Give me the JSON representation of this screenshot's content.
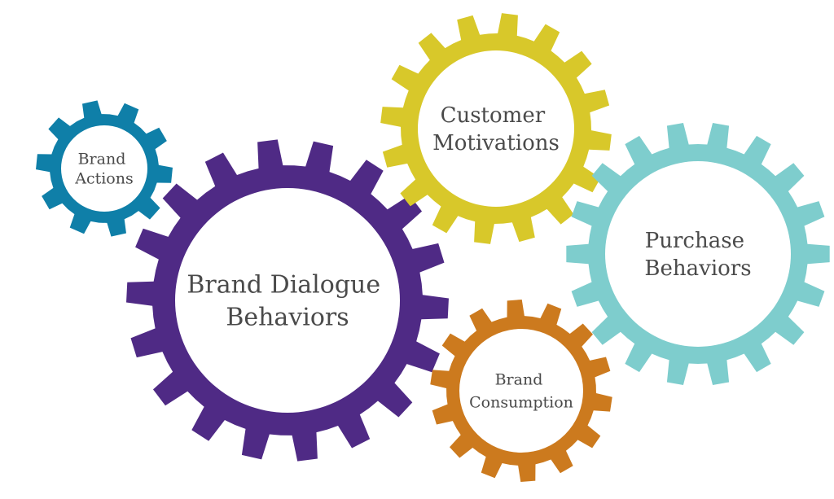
{
  "gears": [
    {
      "id": "brand-actions",
      "lines": [
        "Brand",
        "Actions"
      ],
      "color": "#0f7fa8",
      "teeth": 10
    },
    {
      "id": "brand-dialogue-behaviors",
      "lines": [
        "Brand Dialogue",
        "Behaviors"
      ],
      "color": "#4f2a85",
      "teeth": 18
    },
    {
      "id": "customer-motivations",
      "lines": [
        "Customer",
        "Motivations"
      ],
      "color": "#d8c82a",
      "teeth": 16
    },
    {
      "id": "purchase-behaviors",
      "lines": [
        "Purchase",
        "Behaviors"
      ],
      "color": "#7ecdcd",
      "teeth": 18
    },
    {
      "id": "brand-consumption",
      "lines": [
        "Brand",
        "Consumption"
      ],
      "color": "#cc7a1e",
      "teeth": 14
    }
  ]
}
